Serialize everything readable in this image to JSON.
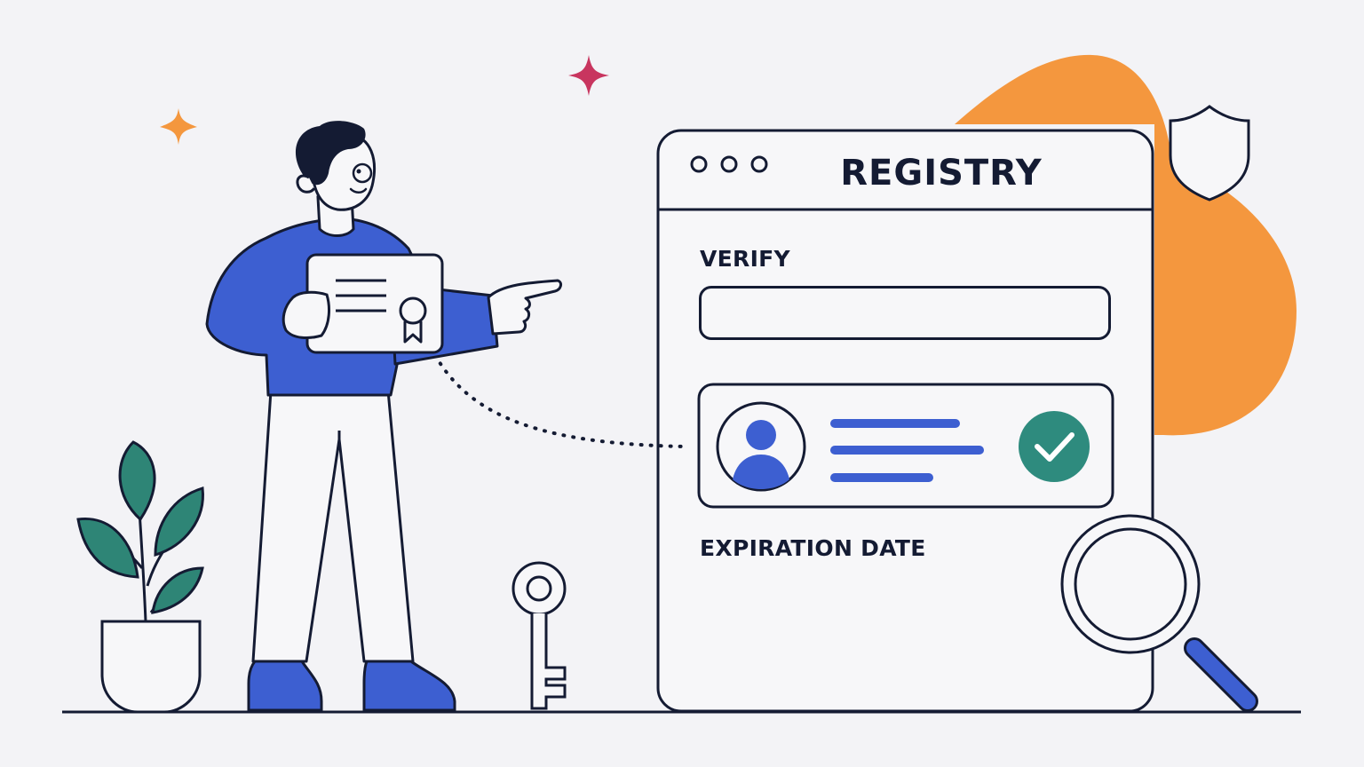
{
  "registry_window": {
    "title": "REGISTRY",
    "verify_label": "VERIFY",
    "verify_input_value": "",
    "expiration_label": "EXPIRATION DATE",
    "result_status": "check-icon"
  },
  "colors": {
    "background": "#f3f3f6",
    "outline": "#141b33",
    "accent_blue": "#3d5fd1",
    "accent_orange": "#f4973e",
    "accent_green": "#2e8b7e",
    "sparkle_pink": "#c8355f",
    "sparkle_orange": "#f4973e",
    "leaf_green": "#2e8576"
  },
  "icons": [
    "sparkle-icon",
    "shield-icon",
    "user-avatar-icon",
    "check-icon",
    "magnifier-icon",
    "key-icon",
    "certificate-icon",
    "plant-icon"
  ]
}
